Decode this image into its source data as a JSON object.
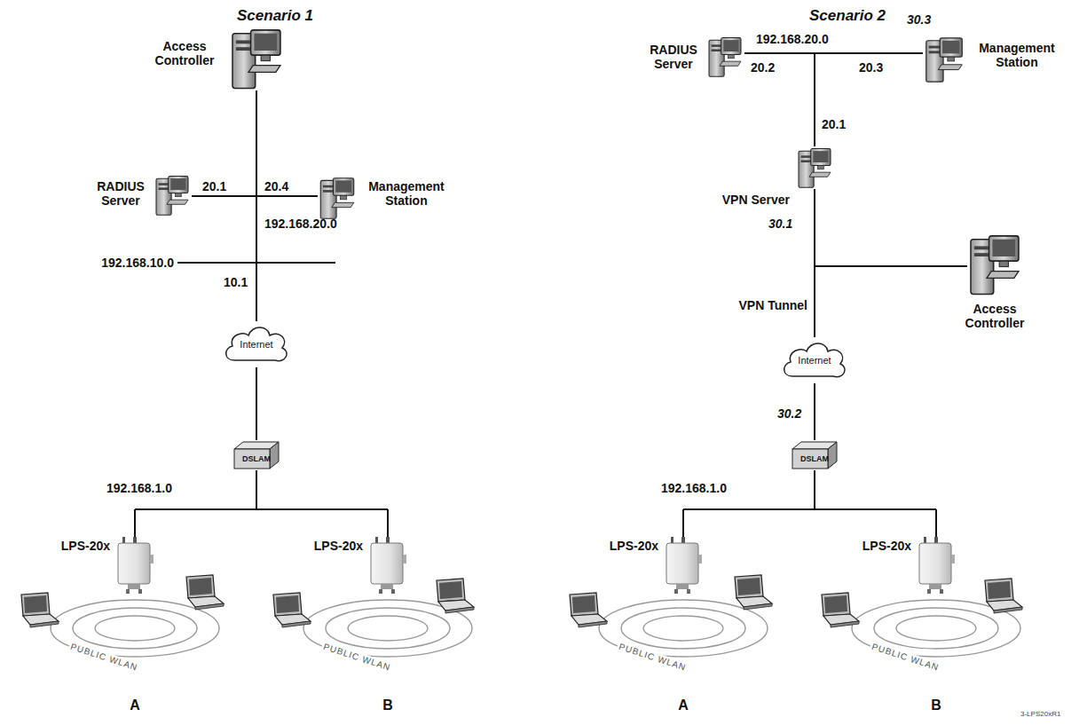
{
  "diagram": {
    "nodes": [
      {
        "text": [
          "Access Controller"
        ]
      },
      {
        "text": [
          "RADIUS Server"
        ]
      },
      {
        "text": [
          "Management Station"
        ]
      },
      {
        "text": [
          "Internet"
        ]
      },
      {
        "text": [
          "DSLAM"
        ]
      },
      {
        "text": [
          "LPS-20x"
        ]
      },
      {
        "text": [
          "LPS-20x"
        ]
      },
      {
        "text": [
          "RADIUS Server"
        ]
      },
      {
        "text": [
          "Management Station"
        ]
      },
      {
        "text": [
          "VPN Server"
        ]
      },
      {
        "text": [
          "Access Controller"
        ]
      },
      {
        "text": [
          "Internet"
        ]
      },
      {
        "text": [
          "DSLAM"
        ]
      },
      {
        "text": [
          "LPS-20x"
        ]
      },
      {
        "text": [
          "LPS-20x"
        ]
      }
    ],
    "edges": [
      {
        "from": 0,
        "to": 3,
        "arrow": "none"
      },
      {
        "from": 3,
        "to": 4,
        "arrow": "none"
      },
      {
        "from": 9,
        "to": 11,
        "arrow": "none"
      },
      {
        "from": 11,
        "to": 12,
        "arrow": "none"
      }
    ],
    "labels": [
      "Scenario 1",
      "20.1",
      "20.4",
      "192.168.20.0",
      "192.168.10.0",
      "10.1",
      "192.168.1.0",
      "PUBLIC WLAN",
      "PUBLIC WLAN",
      "A",
      "B",
      "Scenario 2",
      "192.168.20.0",
      "30.3",
      "20.2",
      "20.3",
      "20.1",
      "30.1",
      "VPN Tunnel",
      "30.2",
      "192.168.1.0",
      "PUBLIC WLAN",
      "PUBLIC WLAN",
      "A",
      "B",
      "3-LPS20xR1"
    ]
  }
}
